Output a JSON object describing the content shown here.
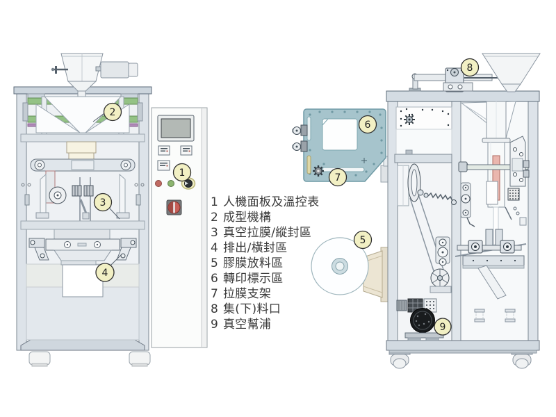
{
  "parts": [
    {
      "num": "1",
      "label": "人機面板及溫控表"
    },
    {
      "num": "2",
      "label": "成型機構"
    },
    {
      "num": "3",
      "label": "真空拉膜/縱封區"
    },
    {
      "num": "4",
      "label": "排出/橫封區"
    },
    {
      "num": "5",
      "label": "膠膜放料區"
    },
    {
      "num": "6",
      "label": "轉印標示區"
    },
    {
      "num": "7",
      "label": "拉膜支架"
    },
    {
      "num": "8",
      "label": "集(下)料口"
    },
    {
      "num": "9",
      "label": "真空幫浦"
    }
  ],
  "colors": {
    "callout_fill": "#f2f0c4",
    "callout_border": "#2e2e2e",
    "plate_teal": "#a6c4cc",
    "roller_green": "#94c285",
    "button_red": "#c06a62",
    "button_green": "#8cb56f",
    "switch_red": "#c75f58",
    "bracket_beige": "#ece5d3",
    "legend_text": "#3a3a3a"
  }
}
